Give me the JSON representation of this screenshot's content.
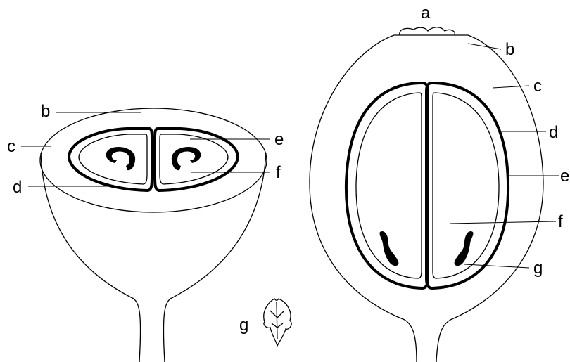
{
  "diagram": {
    "left_figure": {
      "labels": {
        "b": "b",
        "c": "c",
        "d": "d",
        "e": "e",
        "f": "f"
      }
    },
    "right_figure": {
      "labels": {
        "a": "a",
        "b": "b",
        "c": "c",
        "d": "d",
        "e": "e",
        "f": "f",
        "g": "g"
      }
    },
    "inset": {
      "label": "g"
    }
  }
}
